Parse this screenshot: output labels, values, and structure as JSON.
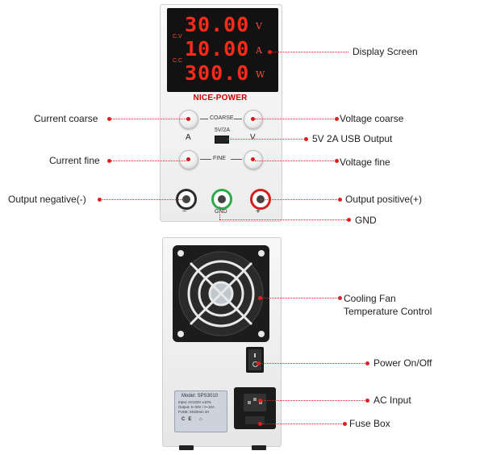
{
  "front_panel": {
    "display": {
      "voltage": "30.00",
      "voltage_unit": "V",
      "current": "10.00",
      "current_unit": "A",
      "power": "300.0",
      "power_unit": "W",
      "cv_indicator": "C.V",
      "cc_indicator": "C.C"
    },
    "brand": "NICE-POWER",
    "coarse_label": "COARSE",
    "fine_label": "FINE",
    "usb_label": "5V/2A",
    "knob_a_label": "A",
    "knob_v_label": "V",
    "negative_symbol": "−",
    "gnd_symbol": "GND",
    "positive_symbol": "+"
  },
  "callouts": {
    "display_screen": "Display Screen",
    "current_coarse": "Current coarse",
    "voltage_coarse": "Voltage coarse",
    "usb_output": "5V 2A USB Output",
    "current_fine": "Current fine",
    "voltage_fine": "Voltage fine",
    "output_negative": "Output negative(-)",
    "output_positive": "Output positive(+)",
    "gnd": "GND",
    "cooling_fan_line1": "Cooling Fan",
    "cooling_fan_line2": "Temperature Control",
    "power_switch": "Power On/Off",
    "ac_input": "AC Input",
    "fuse_box": "Fuse Box"
  },
  "back_panel": {
    "plate": {
      "model": "Model: SPS3010",
      "input": "Input:   AC220V ±10%",
      "output": "Output:  0~30V / 0~10A",
      "fuse": "FUSE:    5X20mm 3A"
    }
  },
  "colors": {
    "accent_red": "#e02020",
    "display_red": "#ff2a1a",
    "display_bg": "#121212"
  }
}
